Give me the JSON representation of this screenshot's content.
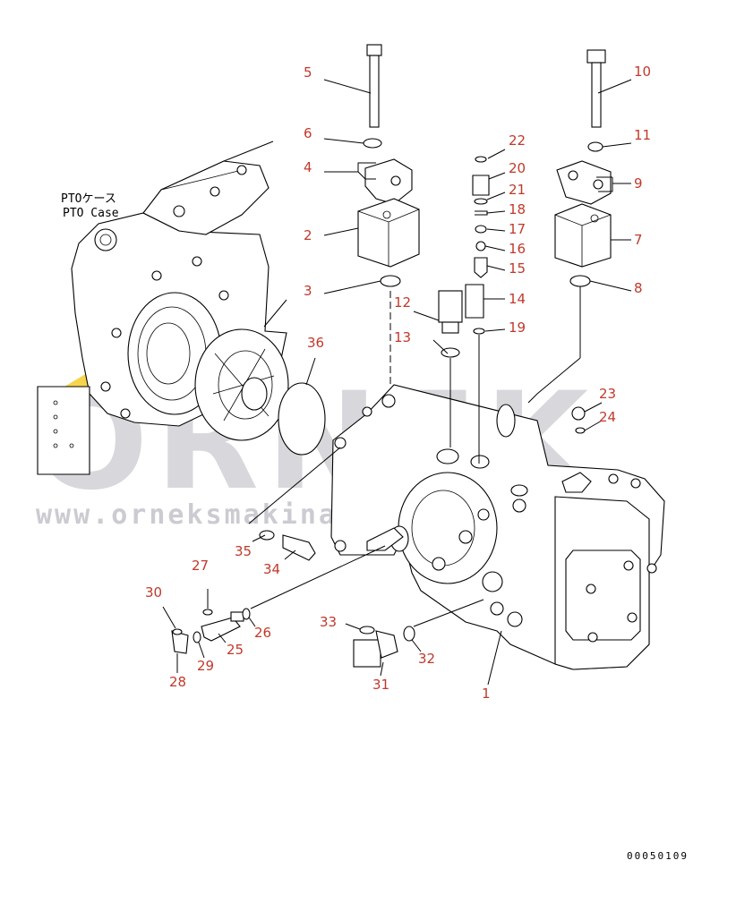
{
  "case_label": {
    "jp": "PTOケース",
    "en": "PTO Case"
  },
  "drawing_number": "00050109",
  "watermark": {
    "brand": "ORNEK",
    "url": "www.orneksmakina.com.tr"
  },
  "callouts": [
    "1",
    "2",
    "3",
    "4",
    "5",
    "6",
    "7",
    "8",
    "9",
    "10",
    "11",
    "12",
    "13",
    "14",
    "15",
    "16",
    "17",
    "18",
    "19",
    "20",
    "21",
    "22",
    "23",
    "24",
    "25",
    "26",
    "27",
    "28",
    "29",
    "30",
    "31",
    "32",
    "33",
    "34",
    "35",
    "36"
  ],
  "colors": {
    "callout": "#c0392b",
    "line": "#000000",
    "watermark": "#b9b9c1",
    "watermark_accent": "#f2c200"
  }
}
